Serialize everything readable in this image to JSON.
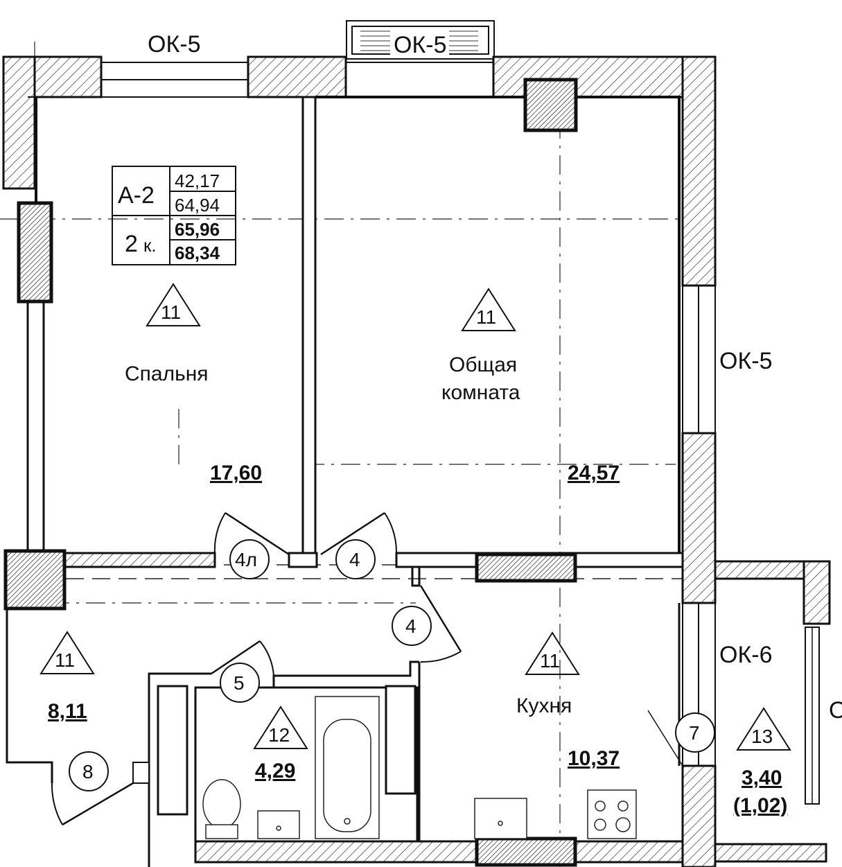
{
  "apartment": {
    "type": "А-2",
    "rooms": "2",
    "rooms_suffix": "к.",
    "area_living": "42,17",
    "area_total": "64,94",
    "area_total_balcony": "65,96",
    "area_gross": "68,34"
  },
  "windows": {
    "w1": "ОК-5",
    "w2": "ОК-5",
    "w3": "ОК-5",
    "w4": "ОК-6"
  },
  "rooms": {
    "bedroom": {
      "name": "Спальня",
      "code": "11",
      "area": "17,60"
    },
    "living": {
      "name_line1": "Общая",
      "name_line2": "комната",
      "code": "11",
      "area": "24,57"
    },
    "hall": {
      "code": "11",
      "area": "8,11"
    },
    "bathroom": {
      "code": "12",
      "area": "4,29"
    },
    "kitchen": {
      "name": "Кухня",
      "code": "11",
      "area": "10,37"
    },
    "balcony": {
      "code": "13",
      "area": "3,40",
      "area_reduced": "(1,02)"
    }
  },
  "doors": {
    "d1": "4л",
    "d2": "4",
    "d3": "4",
    "d4": "5",
    "d5": "8",
    "d6": "7"
  },
  "colors": {
    "line": "#111111",
    "background": "#ffffff"
  }
}
